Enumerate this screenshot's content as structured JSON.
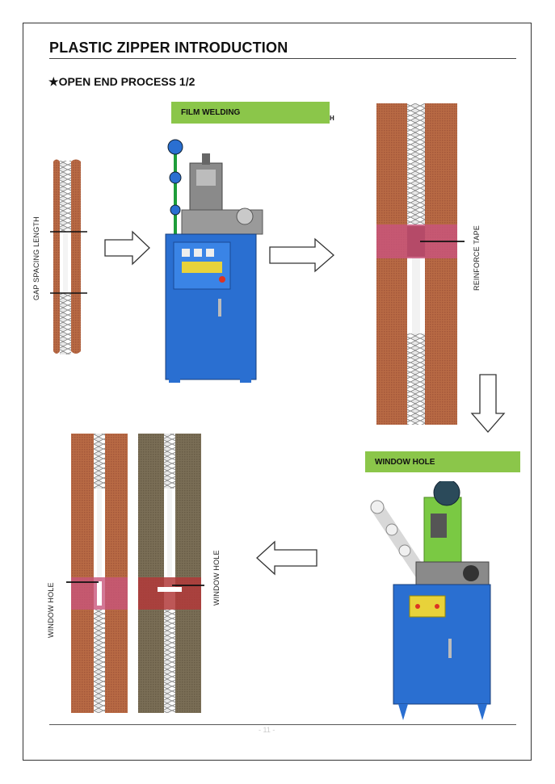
{
  "page": {
    "title": "PLASTIC ZIPPER INTRODUCTION",
    "subtitle": "OPEN END PROCESS 1/2",
    "star_icon": "star-icon",
    "page_number": "- 11 -"
  },
  "steps": {
    "film_welding_label": "FILM WELDING",
    "stray_char": "H",
    "window_hole_label": "WINDOW HOLE"
  },
  "annotations": {
    "gap_spacing": "GAP SPACING LENGTH",
    "reinforce_tape": "REINFORCE TAPE",
    "window_hole_left": "WINDOW HOLE",
    "window_hole_right": "WINDOW HOLE"
  },
  "colors": {
    "label_green": "#8bc64a",
    "tape_brown": "#b86a44",
    "tape_olive": "#7a6e56",
    "machine_blue": "#2a6fd1",
    "reinforce_pink": "#c8557a"
  }
}
